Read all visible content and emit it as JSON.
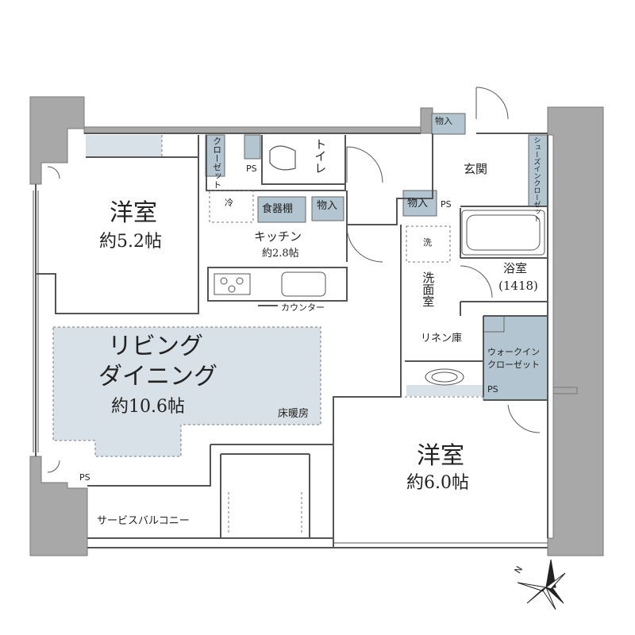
{
  "rooms": {
    "western_room_1": {
      "name": "洋室",
      "size": "約5.2帖"
    },
    "kitchen": {
      "name": "キッチン",
      "size": "約2.8帖"
    },
    "living": {
      "line1": "リビング",
      "line2": "ダイニング",
      "size": "約10.6帖"
    },
    "western_room_2": {
      "name": "洋室",
      "size": "約6.0帖"
    },
    "bathroom": {
      "name": "浴室",
      "size": "(1418)"
    },
    "entrance": {
      "name": "玄関"
    },
    "toilet": {
      "name": "トイレ"
    },
    "washroom": {
      "name": "洗面室"
    },
    "balcony": {
      "name": "サービスバルコニー"
    }
  },
  "storage": {
    "closet": "クローゼット",
    "shoes_in_closet": "シューズインクローゼット",
    "walk_in_closet_line1": "ウォークイン",
    "walk_in_closet_line2": "クローゼット",
    "linen": "リネン庫",
    "cupboard": "食器棚",
    "storage_1": "物入",
    "storage_2": "物入",
    "storage_3": "物入"
  },
  "fixtures": {
    "fridge": "冷",
    "washer": "洗",
    "counter": "カウンター",
    "floor_heating": "床暖房",
    "ps_1": "PS",
    "ps_2": "PS",
    "ps_3": "PS",
    "ps_4": "PS"
  },
  "compass": {
    "north_label": "N"
  },
  "colors": {
    "wall": "#a8a8a8",
    "floor_tint": "#d8e1e7",
    "storage_fill": "#b3c5d0",
    "line": "#555555"
  }
}
